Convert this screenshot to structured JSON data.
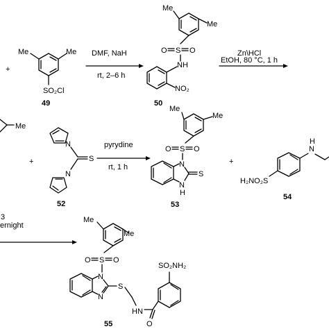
{
  "row1": {
    "plus": "+",
    "reagent49": {
      "me_left": "Me",
      "me_right": "Me",
      "group": "SO₂Cl",
      "number": "49"
    },
    "arrow1": {
      "line1": "DMF, NaH",
      "line2": "rt, 2–6 h"
    },
    "product50": {
      "nh": "NH",
      "s": "S",
      "o_left": "O",
      "o_right": "O",
      "no2": "NO₂",
      "number": "50"
    },
    "arrow2": {
      "line1": "Zn\\HCl",
      "line2": "EtOH, 80 °C, 1 h"
    }
  },
  "row2": {
    "fragment_me": "Me",
    "plus1": "+",
    "reagent52": {
      "n_top": "N",
      "n_bottom": "N",
      "s": "S",
      "number": "52"
    },
    "arrow3": {
      "line1": "pyrydine",
      "line2": "rt, 1 h"
    },
    "product53": {
      "me_left": "Me",
      "me_right": "Me",
      "o_left": "O",
      "s_sulfonyl": "S",
      "o_right": "O",
      "n": "N",
      "s_thione": "S",
      "nh_h": "H",
      "nh_n": "N",
      "number": "53"
    },
    "plus2": "+",
    "reagent54": {
      "nh": "H",
      "n": "N",
      "group": "H₂NO₂S",
      "number": "54"
    }
  },
  "row3": {
    "partial_top": "3",
    "partial_bottom": "ernight",
    "product55": {
      "me_left": "Me",
      "me_right": "Me",
      "o_left": "O",
      "s_sulfonyl": "S",
      "o_right": "O",
      "n_top": "N",
      "n_bottom": "N",
      "s_thio": "S",
      "so2nh2": "SO₂NH₂",
      "hn": "HN",
      "o_amide": "O",
      "number": "55"
    }
  }
}
